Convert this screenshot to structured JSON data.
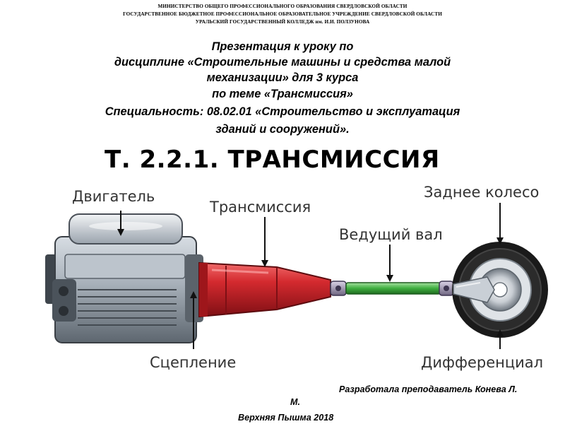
{
  "header": {
    "org_line1": "МИНИСТЕРСТВО ОБЩЕГО ПРОФЕССИОНАЛЬНОГО ОБРАЗОВАНИЯ СВЕРДЛОВСКОЙ ОБЛАСТИ",
    "org_line2": "ГОСУДАРСТВЕННОЕ БЮДЖЕТНОЕ ПРОФЕССИОНАЛЬНОЕ ОБРАЗОВАТЕЛЬНОЕ УЧРЕЖДЕНИЕ СВЕРДЛОВСКОЙ ОБЛАСТИ",
    "org_line3": "УРАЛЬСКИЙ ГОСУДАРСТВЕННЫЙ КОЛЛЕДЖ им. И.И. ПОЛЗУНОВА"
  },
  "presentation": {
    "line1": "Презентация  к  уроку  по",
    "line2": "дисциплине  «Строительные машины и средства малой",
    "line3": "механизации» для 3 курса",
    "line4": "по теме «Трансмиссия»",
    "line5": "Специальность: 08.02.01 «Строительство и эксплуатация",
    "line6": "зданий и сооружений»."
  },
  "topic_title": "Т. 2.2.1. ТРАНСМИССИЯ",
  "diagram": {
    "labels": {
      "engine": "Двигатель",
      "transmission": "Трансмиссия",
      "drive_shaft": "Ведущий вал",
      "rear_wheel": "Заднее колесо",
      "clutch": "Сцепление",
      "differential": "Дифференциал"
    },
    "colors": {
      "transmission": "#c8202a",
      "drive_shaft": "#3fae3f",
      "engine": "#9aa3ad",
      "tire": "#1a1a1a"
    }
  },
  "footer": {
    "author_line1": "Разработала преподаватель  Конева Л.",
    "author_line2": "М.",
    "place_year": "Верхняя Пышма 2018"
  }
}
